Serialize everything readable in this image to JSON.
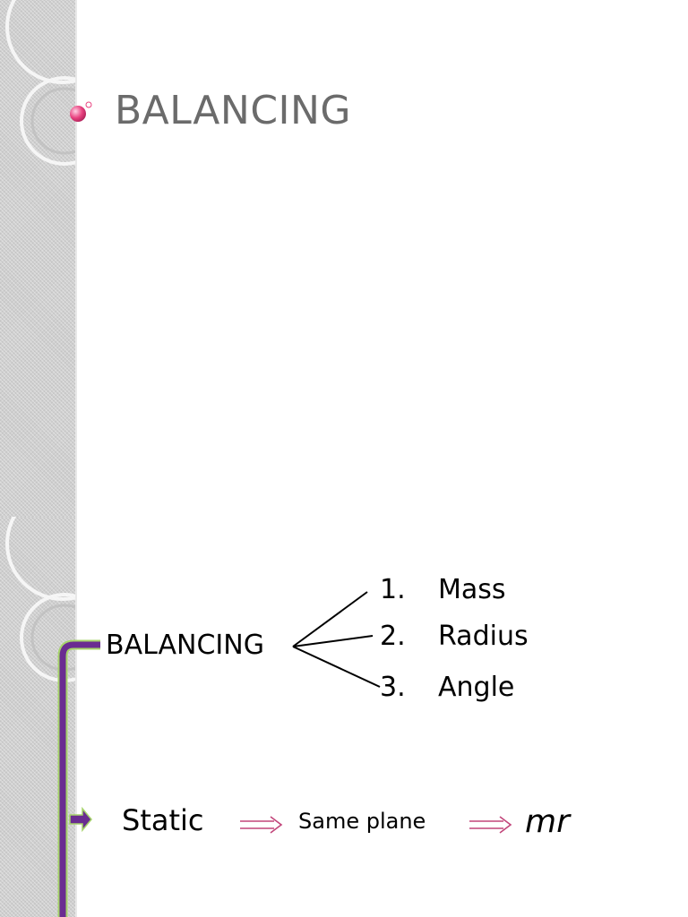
{
  "slide1": {
    "title": "BALANCING"
  },
  "slide2": {
    "root": "BALANCING",
    "factors": [
      {
        "num": "1.",
        "label": "Mass"
      },
      {
        "num": "2.",
        "label": "Radius"
      },
      {
        "num": "3.",
        "label": "Angle"
      }
    ],
    "flow": {
      "type": "Static",
      "condition": "Same plane",
      "quantity": "mr"
    }
  },
  "colors": {
    "bracket": "#6a2c91",
    "bracket_outline": "#a6d46a",
    "arrow": "#c2457a",
    "bullet": "#e8417f"
  }
}
